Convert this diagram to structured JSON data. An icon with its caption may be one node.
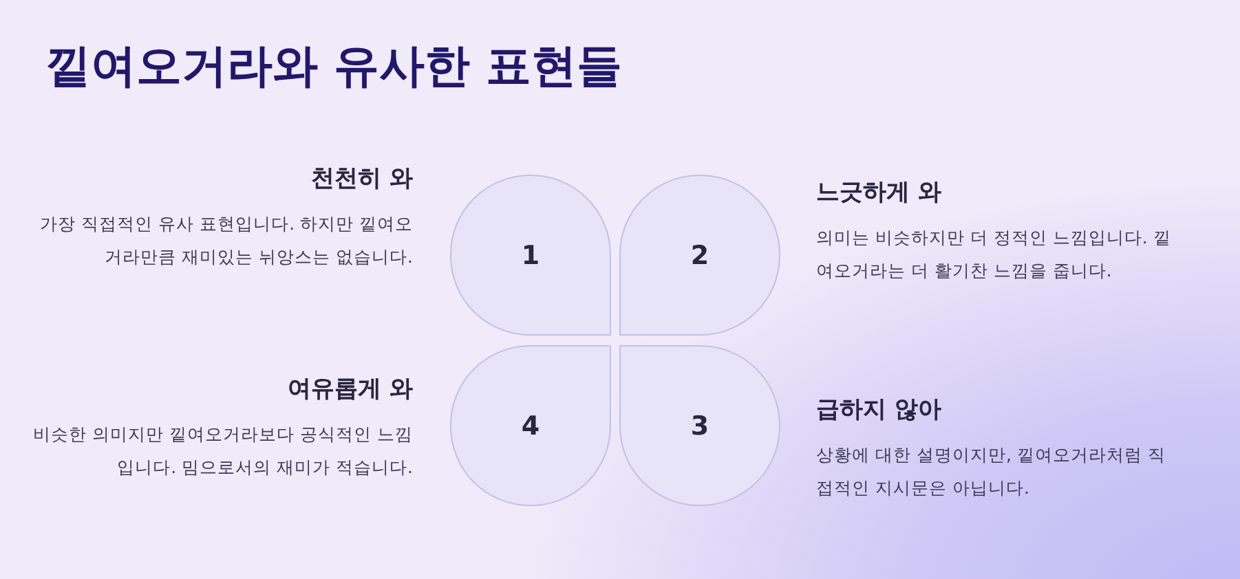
{
  "diagram": {
    "title": "낕여오거라와 유사한 표현들",
    "nodes": [
      {
        "text": [
          "1"
        ],
        "beside": [
          "천천히 와",
          "가장 직접적인 유사 표현입니다. 하지만 낕여오거라만큼 재미있는 뉘앙스는 없습니다."
        ]
      },
      {
        "text": [
          "2"
        ],
        "beside": [
          "느긋하게 와",
          "의미는 비슷하지만 더 정적인 느낌입니다. 낕여오거라는 더 활기찬 느낌을 줍니다."
        ]
      },
      {
        "text": [
          "4"
        ],
        "beside": [
          "여유롭게 와",
          "비슷한 의미지만 낕여오거라보다 공식적인 느낌입니다. 밈으로서의 재미가 적습니다."
        ]
      },
      {
        "text": [
          "3"
        ],
        "beside": [
          "급하지 않아",
          "상황에 대한 설명이지만, 낕여오거라처럼 직접적인 지시문은 아닙니다."
        ]
      }
    ]
  }
}
